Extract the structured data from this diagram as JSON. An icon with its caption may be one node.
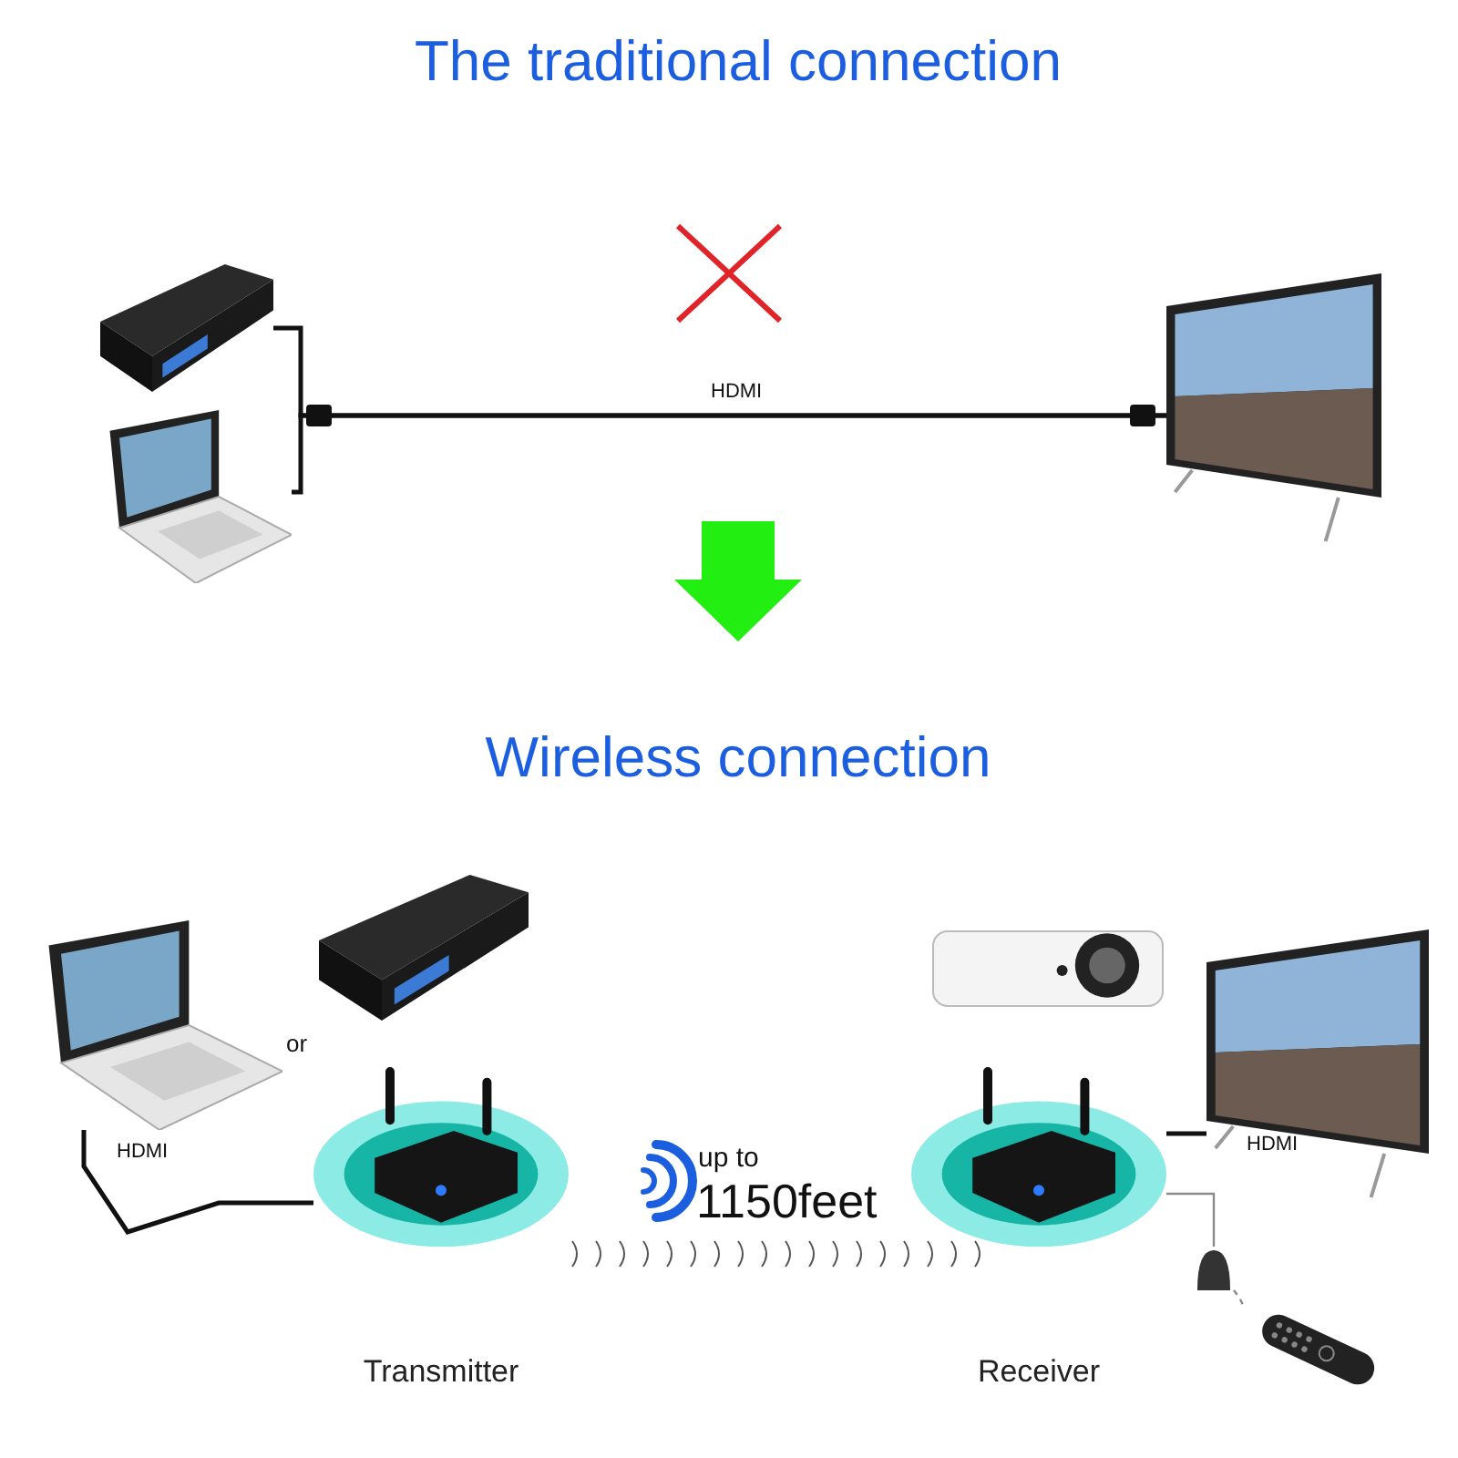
{
  "diagram": {
    "title": "The traditional connection",
    "nodes": [
      {
        "text": [],
        "shape": "picture"
      },
      {
        "text": [],
        "shape": "picture"
      },
      {
        "text": [],
        "shape": "picture"
      },
      {
        "text": [
          "Transmitter"
        ]
      },
      {
        "text": [],
        "shape": "picture"
      },
      {
        "text": [],
        "shape": "picture"
      },
      {
        "text": [],
        "shape": "picture"
      },
      {
        "text": [],
        "shape": "picture"
      },
      {
        "text": [
          "Receiver"
        ]
      },
      {
        "text": [],
        "shape": "picture"
      },
      {
        "text": [],
        "shape": "picture"
      }
    ],
    "edges": [
      {
        "from": 0,
        "to": 2,
        "arrow": "none",
        "label": "HDMI"
      },
      {
        "from": 1,
        "to": 2,
        "arrow": "none"
      },
      {
        "from": 4,
        "to": 3,
        "arrow": "none",
        "label": "HDMI"
      },
      {
        "from": 8,
        "to": 7,
        "arrow": "none",
        "label": "HDMI"
      },
      {
        "from": 8,
        "to": 9,
        "arrow": "none",
        "color": "#8a8a8a"
      },
      {
        "from": 9,
        "to": 10,
        "arrow": "none",
        "style": "dashed",
        "color": "#8a8a8a"
      }
    ],
    "labels": [
      "Wireless connection",
      "or",
      "up to",
      "1150feet"
    ]
  }
}
